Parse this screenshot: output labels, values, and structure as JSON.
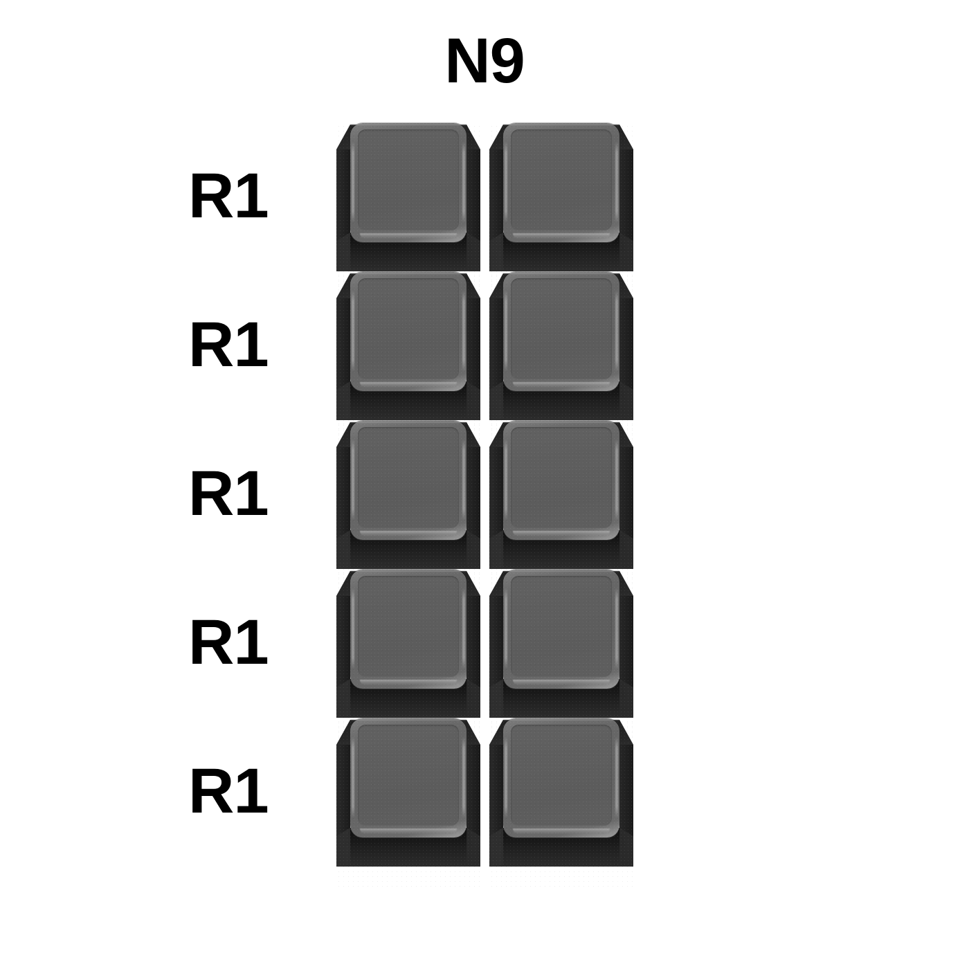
{
  "header": {
    "title": "N9"
  },
  "colors": {
    "background": "#ffffff",
    "text": "#000000",
    "keycap_body": "#232323",
    "keycap_body_dark": "#171717",
    "keycap_top": "#6a6a6a",
    "keycap_face": "#5e5e5e",
    "keycap_rim_highlight": "#9c9c9c"
  },
  "legend": {
    "profile_name": "N9",
    "row_label_prefix": "R"
  },
  "grid": {
    "columns": 2,
    "rows": 5,
    "row_labels": [
      "R1",
      "R1",
      "R1",
      "R1",
      "R1"
    ],
    "keycaps": [
      {
        "row": 1,
        "col": 1,
        "row_label": "R1",
        "legend": ""
      },
      {
        "row": 1,
        "col": 2,
        "row_label": "R1",
        "legend": ""
      },
      {
        "row": 2,
        "col": 1,
        "row_label": "R1",
        "legend": ""
      },
      {
        "row": 2,
        "col": 2,
        "row_label": "R1",
        "legend": ""
      },
      {
        "row": 3,
        "col": 1,
        "row_label": "R1",
        "legend": ""
      },
      {
        "row": 3,
        "col": 2,
        "row_label": "R1",
        "legend": ""
      },
      {
        "row": 4,
        "col": 1,
        "row_label": "R1",
        "legend": ""
      },
      {
        "row": 4,
        "col": 2,
        "row_label": "R1",
        "legend": ""
      },
      {
        "row": 5,
        "col": 1,
        "row_label": "R1",
        "legend": ""
      },
      {
        "row": 5,
        "col": 2,
        "row_label": "R1",
        "legend": ""
      }
    ]
  }
}
